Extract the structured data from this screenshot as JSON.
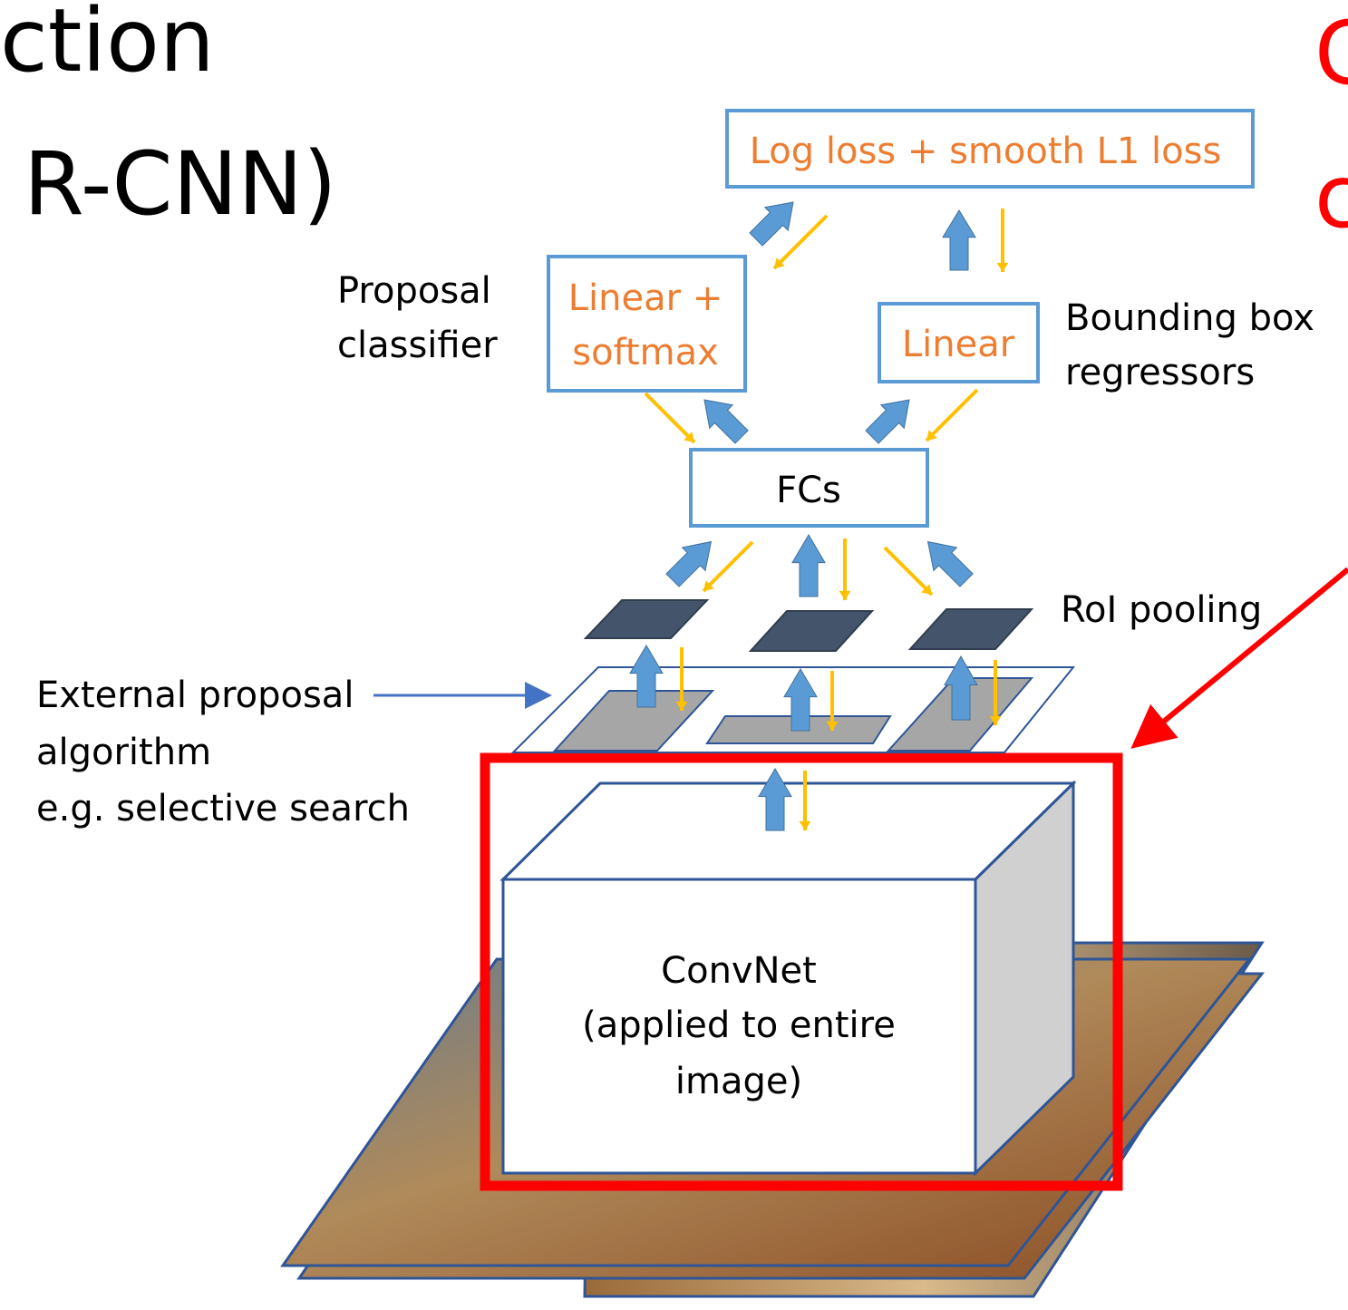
{
  "slide": {
    "title_line1": "ction",
    "title_line2": "R-CNN)",
    "right_fragment_top": "C",
    "right_fragment_bottom": "c"
  },
  "diagram": {
    "loss_box": "Log loss + smooth L1 loss",
    "classifier_box": [
      "Linear +",
      "softmax"
    ],
    "classifier_label": [
      "Proposal",
      "classifier"
    ],
    "regressor_box": "Linear",
    "regressor_label": [
      "Bounding box",
      "regressors"
    ],
    "fc_box": "FCs",
    "roi_label": "RoI pooling",
    "proposal_label": [
      "External proposal",
      "algorithm",
      "e.g. selective search"
    ],
    "convnet_label": [
      "ConvNet",
      "(applied to entire",
      "image)"
    ]
  },
  "colors": {
    "box_border": "#5b9bd5",
    "orange_text": "#ed7d31",
    "blue_arrow": "#5b9bd5",
    "orange_arrow": "#ffc000",
    "highlight_red": "#ff0000",
    "roi_dark": "#44546a",
    "region_gray": "#a6a6a6"
  }
}
